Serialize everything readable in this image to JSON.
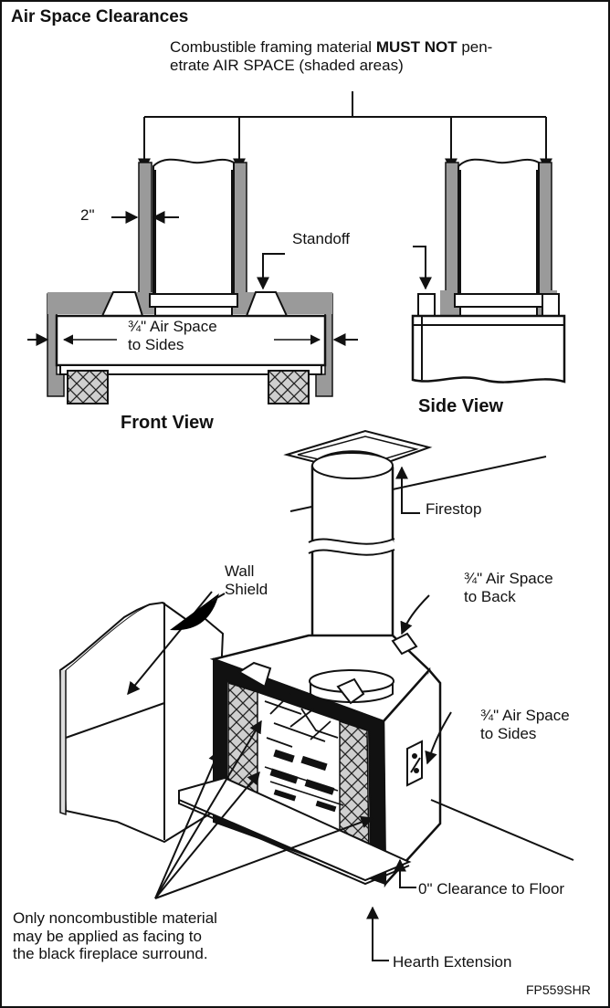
{
  "title": "Air Space Clearances",
  "note": {
    "part1": "Combustible framing material ",
    "bold": "MUST NOT",
    "part2": " pen-",
    "line2": "etrate AIR SPACE (shaded areas)"
  },
  "front": {
    "dimension": "2\"",
    "standoff": "Standoff",
    "air_line1": "¾\" Air Space",
    "air_line2": "to Sides",
    "view_label": "Front View"
  },
  "side": {
    "view_label": "Side View"
  },
  "main": {
    "firestop": "Firestop",
    "wall_line1": "Wall",
    "wall_line2": "Shield",
    "back_line1": "¾\" Air Space",
    "back_line2": "to Back",
    "sides_line1": "¾\" Air Space",
    "sides_line2": "to Sides",
    "floor": "0\" Clearance to Floor",
    "facing_line1": "Only noncombustible material",
    "facing_line2": "may be applied as facing to",
    "facing_line3": "the black fireplace surround.",
    "hearth": "Hearth Extension"
  },
  "figure_code": "FP559SHR"
}
